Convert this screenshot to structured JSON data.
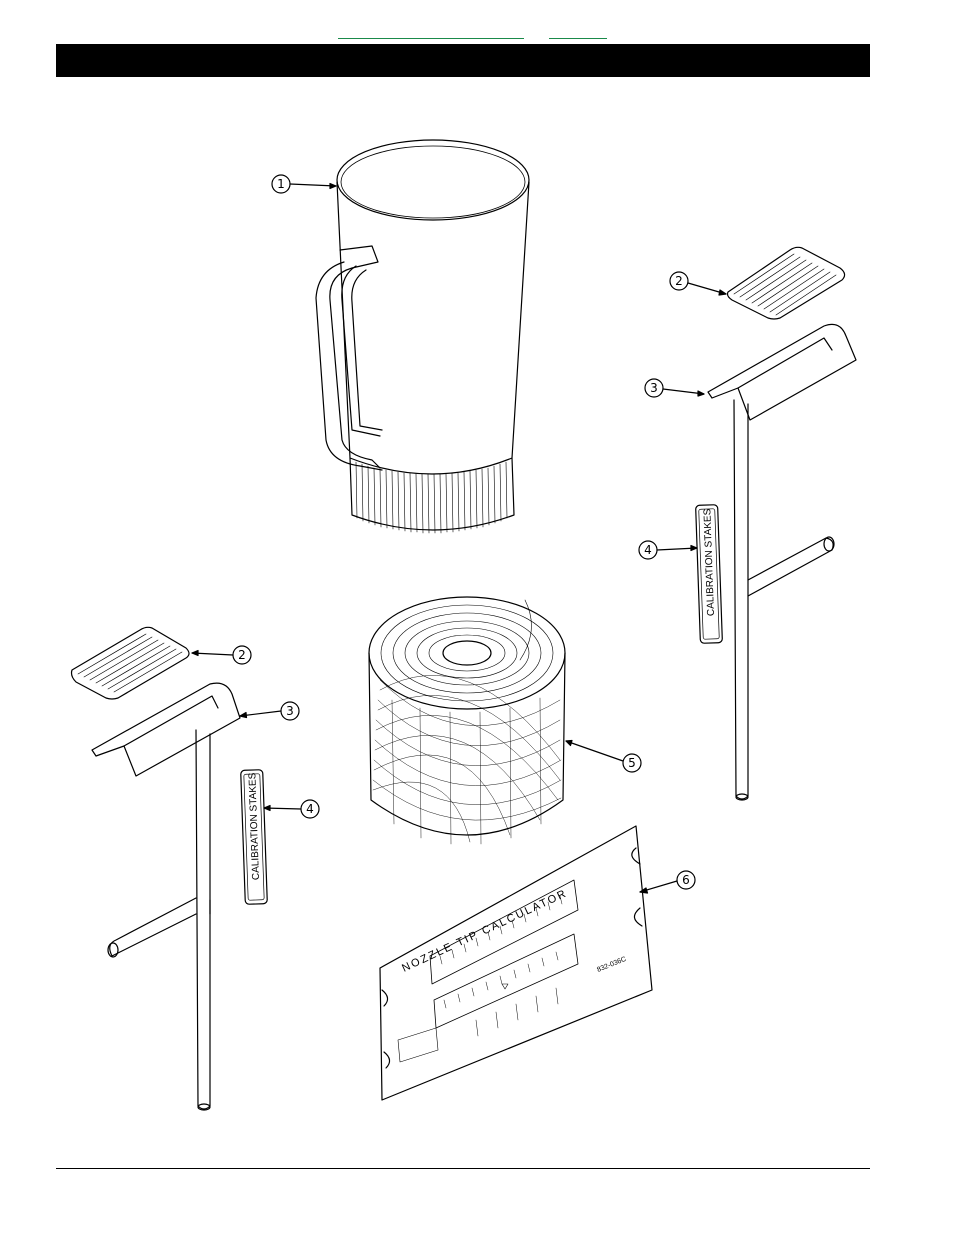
{
  "page": {
    "header": {
      "bar_color": "#000000",
      "link_color": "#1a8a4a"
    },
    "footer": {
      "rule_color": "#000000"
    }
  },
  "callouts": {
    "c1": "1",
    "c2a": "2",
    "c3a": "3",
    "c4a": "4",
    "c2b": "2",
    "c3b": "3",
    "c4b": "4",
    "c5": "5",
    "c6": "6"
  },
  "parts": {
    "stake_label": "CALIBRATION STAKES",
    "calculator_title": "NOZZLE TIP CALCULATOR",
    "calculator_part_number": "832-036C"
  },
  "icons": [
    "measuring-pitcher-icon",
    "reflector-pad-icon",
    "stake-icon",
    "label-plate-icon",
    "tape-roll-icon",
    "calculator-card-icon"
  ]
}
